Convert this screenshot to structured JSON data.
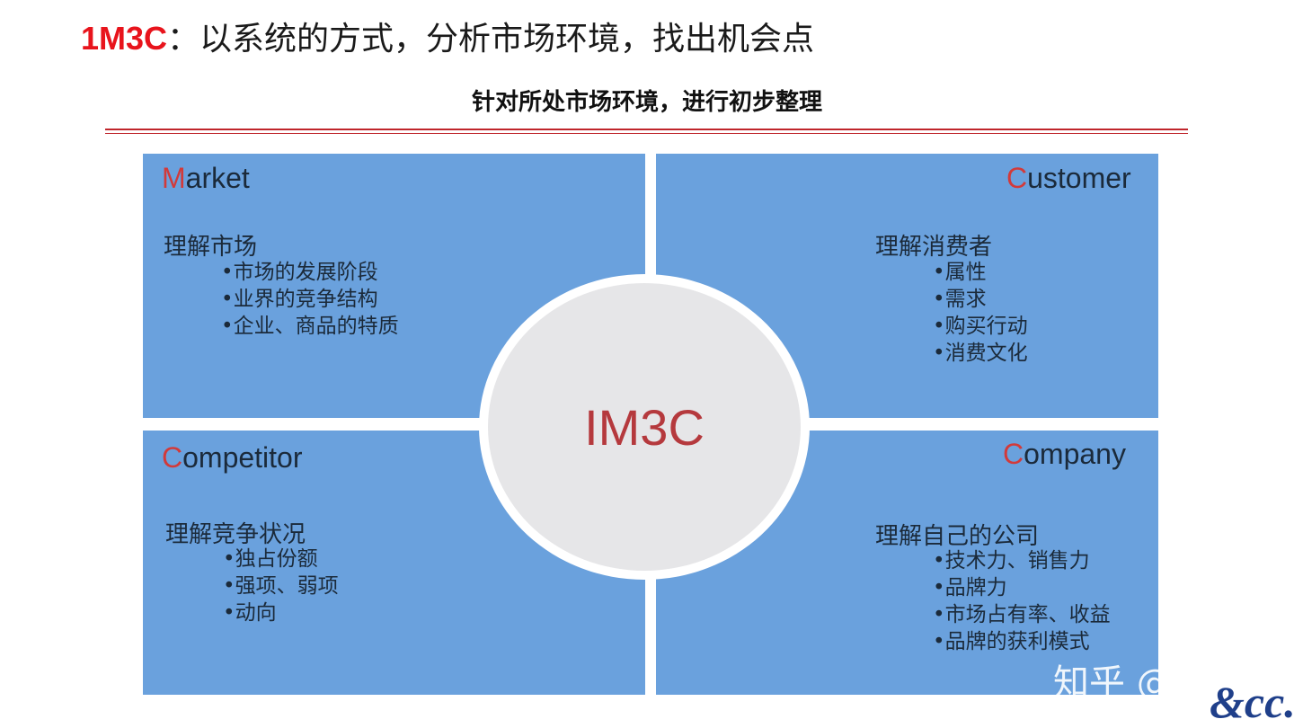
{
  "title": {
    "accent": "1M3C",
    "rest": "：以系统的方式，分析市场环境，找出机会点"
  },
  "subtitle": "针对所处市场环境，进行初步整理",
  "center": "IM3C",
  "market": {
    "initial": "M",
    "rest": "arket",
    "heading": "理解市场",
    "items": [
      "•市场的发展阶段",
      "•业界的竞争结构",
      "•企业、商品的特质"
    ]
  },
  "customer": {
    "initial": "C",
    "rest": "ustomer",
    "heading": "理解消费者",
    "items": [
      "•属性",
      "•需求",
      "•购买行动",
      "•消费文化"
    ]
  },
  "competitor": {
    "initial": "C",
    "rest": "ompetitor",
    "heading": "理解竞争状况",
    "items": [
      "•独占份额",
      "•强项、弱项",
      "•动向"
    ]
  },
  "company": {
    "initial": "C",
    "rest": "ompany",
    "heading": "理解自己的公司",
    "items": [
      "•技术力、销售力",
      "•品牌力",
      "•市场占有率、收益",
      "•品牌的获利模式"
    ]
  },
  "watermark": "知乎 @阿古",
  "logo": "&cc."
}
